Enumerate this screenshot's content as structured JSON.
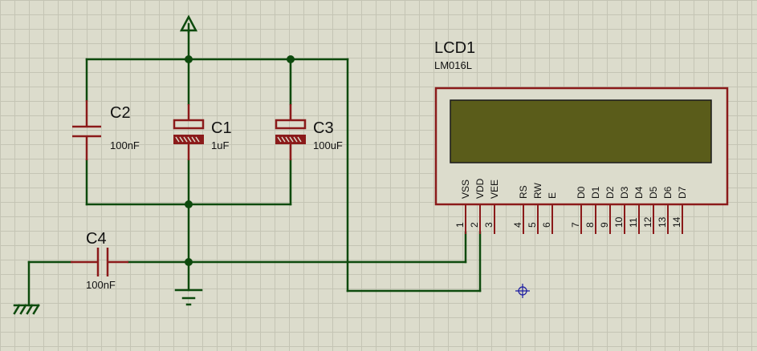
{
  "lcd": {
    "ref": "LCD1",
    "part": "LM016L",
    "pins": [
      {
        "name": "VSS",
        "num": "1"
      },
      {
        "name": "VDD",
        "num": "2"
      },
      {
        "name": "VEE",
        "num": "3"
      },
      {
        "name": "RS",
        "num": "4"
      },
      {
        "name": "RW",
        "num": "5"
      },
      {
        "name": "E",
        "num": "6"
      },
      {
        "name": "D0",
        "num": "7"
      },
      {
        "name": "D1",
        "num": "8"
      },
      {
        "name": "D2",
        "num": "9"
      },
      {
        "name": "D3",
        "num": "10"
      },
      {
        "name": "D4",
        "num": "11"
      },
      {
        "name": "D5",
        "num": "12"
      },
      {
        "name": "D6",
        "num": "13"
      },
      {
        "name": "D7",
        "num": "14"
      }
    ]
  },
  "capacitors": {
    "c1": {
      "ref": "C1",
      "value": "1uF"
    },
    "c2": {
      "ref": "C2",
      "value": "100nF"
    },
    "c3": {
      "ref": "C3",
      "value": "100uF"
    },
    "c4": {
      "ref": "C4",
      "value": "100nF"
    }
  },
  "colors": {
    "background": "#dcdccc",
    "grid": "#c4c4b4",
    "wire": "#0d4a0d",
    "component": "#8b1a1a",
    "lcd_body": "#dcdccc",
    "lcd_screen": "#5a5c1a",
    "cursor": "#1a1aa0"
  },
  "icons": [
    "power-terminal-icon",
    "ground-icon",
    "earth-ground-icon",
    "crosshair-cursor-icon"
  ]
}
